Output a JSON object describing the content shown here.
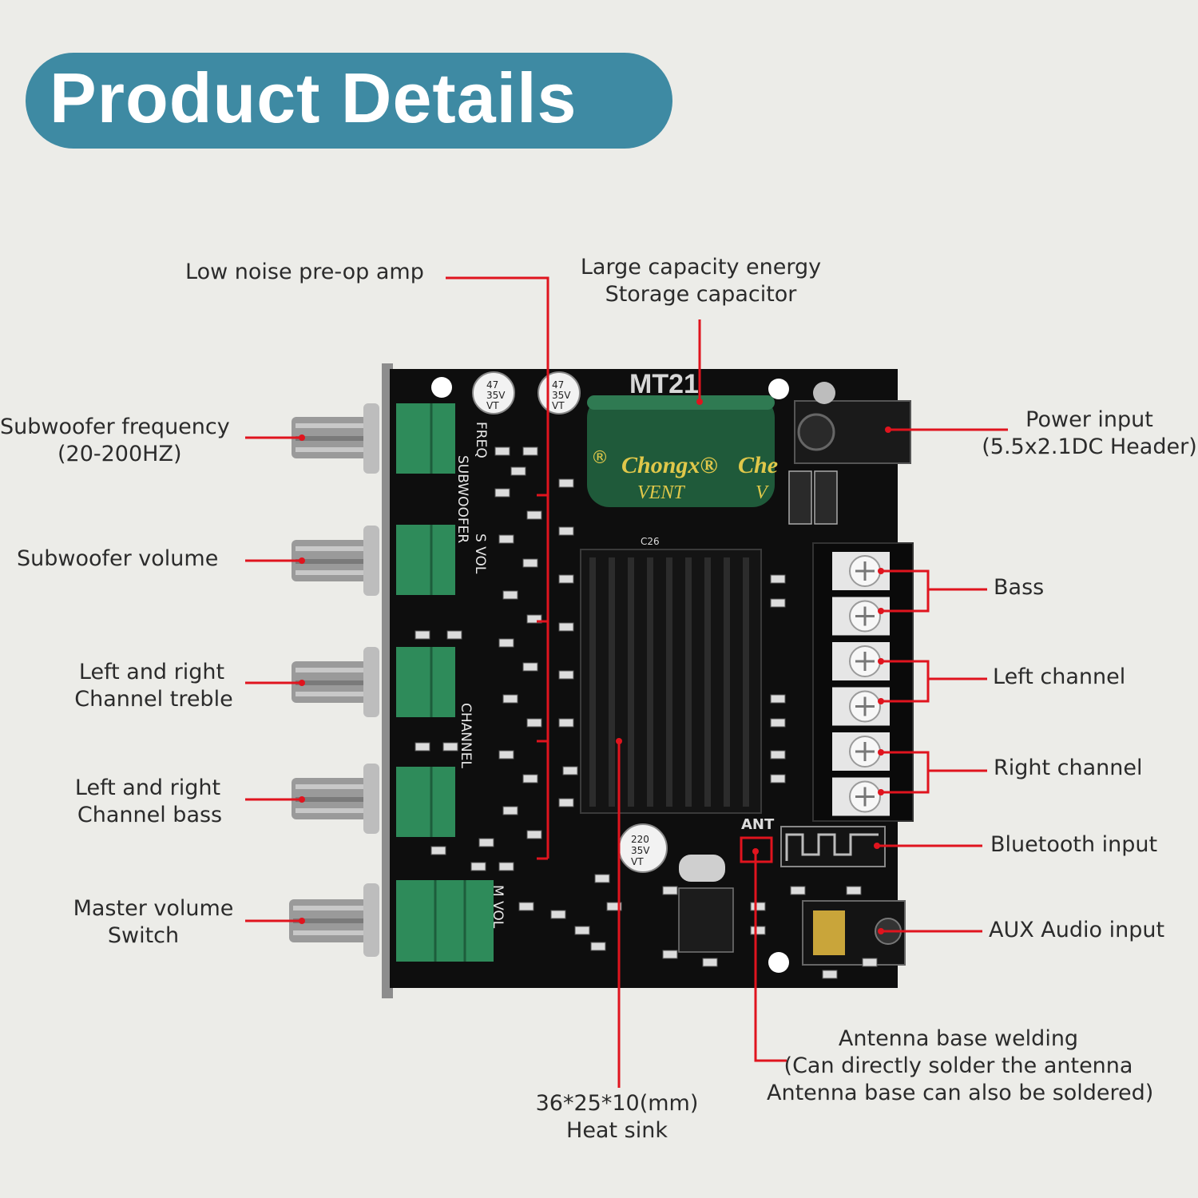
{
  "title": "Product Details",
  "colors": {
    "title_bg": "#3e8aa3",
    "leader_line": "#e0141e",
    "board": "#0e0e0e",
    "capacitor": "#1f5a3a",
    "pot": "#2e8b5a"
  },
  "labels": {
    "pre_op_amp": "Low noise pre-op amp",
    "capacitor_line1": "Large capacity energy",
    "capacitor_line2": "Storage capacitor",
    "subwoofer_freq_line1": "Subwoofer frequency",
    "subwoofer_freq_line2": "(20-200HZ)",
    "subwoofer_volume": "Subwoofer volume",
    "treble_line1": "Left and right",
    "treble_line2": "Channel treble",
    "bass_ctrl_line1": "Left and right",
    "bass_ctrl_line2": "Channel bass",
    "master_line1": "Master volume",
    "master_line2": "Switch",
    "power_line1": "Power input",
    "power_line2": "(5.5x2.1DC Header)",
    "bass_out": "Bass",
    "left_channel": "Left channel",
    "right_channel": "Right channel",
    "bluetooth": "Bluetooth input",
    "aux": "AUX Audio input",
    "antenna_line1": "Antenna base welding",
    "antenna_line2": "(Can directly solder the antenna",
    "antenna_line3": "Antenna base can also be soldered)",
    "heatsink_line1": "36*25*10(mm)",
    "heatsink_line2": "Heat sink"
  },
  "board_text": {
    "model": "MT21",
    "cap_brand": "Chongx®",
    "cap_brand_cut": "Che",
    "cap_vent": "VENT",
    "cap_vent_cut": "V",
    "small_cap_value": "47",
    "small_cap_voltage": "35V",
    "small_cap_type": "VT",
    "big_cap_value": "220",
    "big_cap_voltage": "35V",
    "big_cap_type": "VT",
    "silk_freq": "FREQ",
    "silk_subwoofer": "SUBWOOFER",
    "silk_s_vol": "S VOL",
    "silk_channel": "CHANNEL",
    "silk_m_vol": "M VOL",
    "silk_ant": "ANT",
    "silk_c26": "C26"
  }
}
